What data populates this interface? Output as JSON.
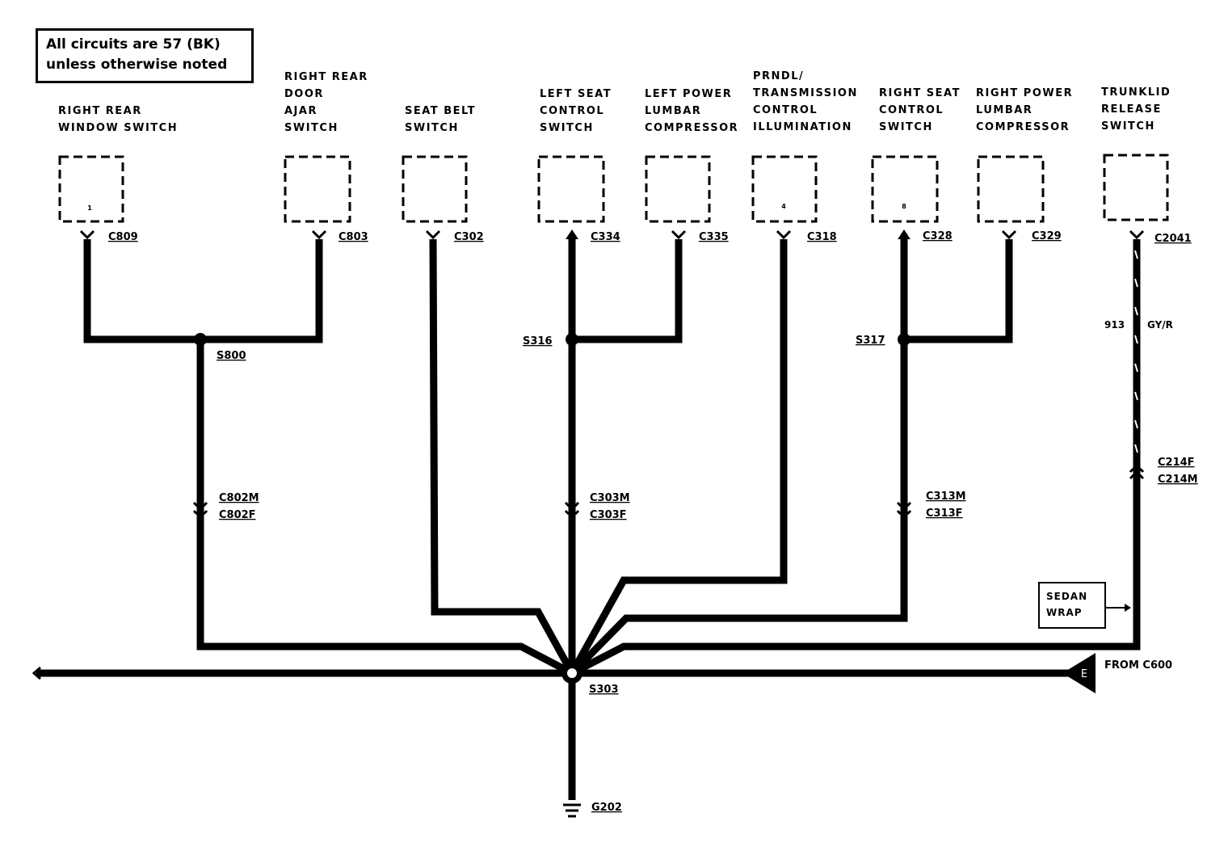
{
  "note": {
    "line1": "All circuits are 57 (BK)",
    "line2": "unless otherwise noted"
  },
  "components": [
    {
      "name": [
        "RIGHT REAR",
        "WINDOW SWITCH"
      ],
      "pin": "1",
      "connector": "C809"
    },
    {
      "name": [
        "RIGHT REAR",
        "DOOR",
        "AJAR",
        "SWITCH"
      ],
      "pin": "",
      "connector": "C803"
    },
    {
      "name": [
        "SEAT BELT",
        "SWITCH"
      ],
      "pin": "",
      "connector": "C302"
    },
    {
      "name": [
        "LEFT SEAT",
        "CONTROL",
        "SWITCH"
      ],
      "pin": "",
      "connector": "C334"
    },
    {
      "name": [
        "LEFT POWER",
        "LUMBAR",
        "COMPRESSOR"
      ],
      "pin": "",
      "connector": "C335"
    },
    {
      "name": [
        "PRNDL/",
        "TRANSMISSION",
        "CONTROL",
        "ILLUMINATION"
      ],
      "pin": "4",
      "connector": "C318"
    },
    {
      "name": [
        "RIGHT SEAT",
        "CONTROL",
        "SWITCH"
      ],
      "pin": "8",
      "connector": "C328"
    },
    {
      "name": [
        "RIGHT POWER",
        "LUMBAR",
        "COMPRESSOR"
      ],
      "pin": "",
      "connector": "C329"
    },
    {
      "name": [
        "TRUNKLID",
        "RELEASE",
        "SWITCH"
      ],
      "pin": "",
      "connector": "C2041"
    }
  ],
  "splices": {
    "s800": "S800",
    "s316": "S316",
    "s317": "S317",
    "s303": "S303"
  },
  "inline_connectors": {
    "c802": [
      "C802M",
      "C802F"
    ],
    "c303": [
      "C303M",
      "C303F"
    ],
    "c313": [
      "C313M",
      "C313F"
    ],
    "c214": [
      "C214F",
      "C214M"
    ]
  },
  "trunk_wire": {
    "circuit": "913",
    "color": "GY/R"
  },
  "sedan_wrap": [
    "SEDAN",
    "WRAP"
  ],
  "from": {
    "letter": "E",
    "label": "FROM C600"
  },
  "ground": "G202"
}
